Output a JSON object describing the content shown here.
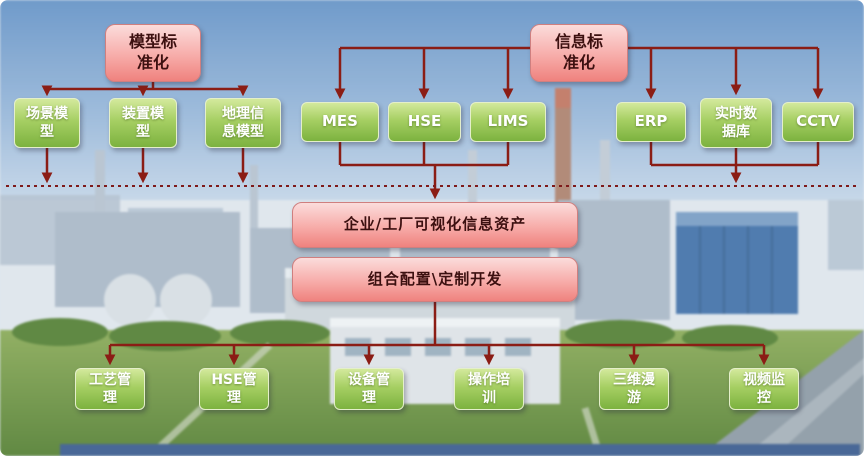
{
  "sources": {
    "model": {
      "label": "模型标\n准化"
    },
    "info": {
      "label": "信息标\n准化"
    }
  },
  "model_layer": [
    {
      "label": "场景模\n型"
    },
    {
      "label": "装置模\n型"
    },
    {
      "label": "地理信\n息模型"
    }
  ],
  "system_layer": [
    {
      "label": "MES"
    },
    {
      "label": "HSE"
    },
    {
      "label": "LIMS"
    },
    {
      "label": "ERP"
    },
    {
      "label": "实时数\n据库"
    },
    {
      "label": "CCTV"
    }
  ],
  "platform_layer": [
    {
      "label": "企业/工厂可视化信息资产"
    },
    {
      "label": "组合配置\\定制开发"
    }
  ],
  "application_layer": [
    {
      "label": "工艺管\n理"
    },
    {
      "label": "HSE管\n理"
    },
    {
      "label": "设备管\n理"
    },
    {
      "label": "操作培\n训"
    },
    {
      "label": "三维漫\n游"
    },
    {
      "label": "视频监\n控"
    }
  ],
  "colors": {
    "arrow": "#8b1d15",
    "dotted_divider": "#7e1a1a",
    "pink_box_top": "#fbdcdb",
    "pink_box_bottom": "#ef827e",
    "green_box_top": "#d3e99c",
    "green_box_bottom": "#7cb23f",
    "sky": "#6d9bcf",
    "grass": "#5f8a3e"
  }
}
